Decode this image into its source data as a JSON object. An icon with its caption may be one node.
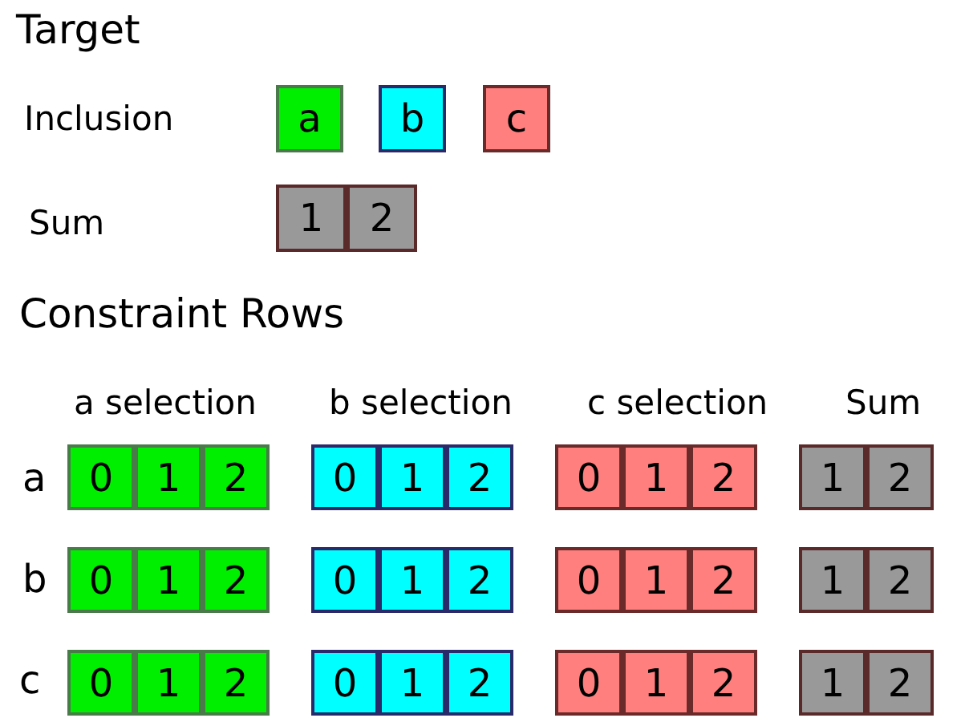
{
  "diagram": {
    "nodes": [
      {
        "text": [
          "a"
        ]
      },
      {
        "text": [
          "b"
        ]
      },
      {
        "text": [
          "c"
        ]
      },
      {
        "text": [
          "1"
        ]
      },
      {
        "text": [
          "2"
        ]
      },
      {
        "text": [
          "0"
        ]
      },
      {
        "text": [
          "1"
        ]
      },
      {
        "text": [
          "2"
        ]
      },
      {
        "text": [
          "0"
        ]
      },
      {
        "text": [
          "1"
        ]
      },
      {
        "text": [
          "2"
        ]
      },
      {
        "text": [
          "0"
        ]
      },
      {
        "text": [
          "1"
        ]
      },
      {
        "text": [
          "2"
        ]
      },
      {
        "text": [
          "1"
        ]
      },
      {
        "text": [
          "2"
        ]
      },
      {
        "text": [
          "0"
        ]
      },
      {
        "text": [
          "1"
        ]
      },
      {
        "text": [
          "2"
        ]
      },
      {
        "text": [
          "0"
        ]
      },
      {
        "text": [
          "1"
        ]
      },
      {
        "text": [
          "2"
        ]
      },
      {
        "text": [
          "0"
        ]
      },
      {
        "text": [
          "1"
        ]
      },
      {
        "text": [
          "2"
        ]
      },
      {
        "text": [
          "1"
        ]
      },
      {
        "text": [
          "2"
        ]
      },
      {
        "text": [
          "0"
        ]
      },
      {
        "text": [
          "1"
        ]
      },
      {
        "text": [
          "2"
        ]
      },
      {
        "text": [
          "0"
        ]
      },
      {
        "text": [
          "1"
        ]
      },
      {
        "text": [
          "2"
        ]
      },
      {
        "text": [
          "0"
        ]
      },
      {
        "text": [
          "1"
        ]
      },
      {
        "text": [
          "2"
        ]
      },
      {
        "text": [
          "1"
        ]
      },
      {
        "text": [
          "2"
        ]
      }
    ],
    "labels": [
      "Target",
      "Inclusion",
      "Sum",
      "Constraint Rows",
      "a selection",
      "b selection",
      "c selection",
      "Sum",
      "a",
      "b",
      "c"
    ]
  }
}
